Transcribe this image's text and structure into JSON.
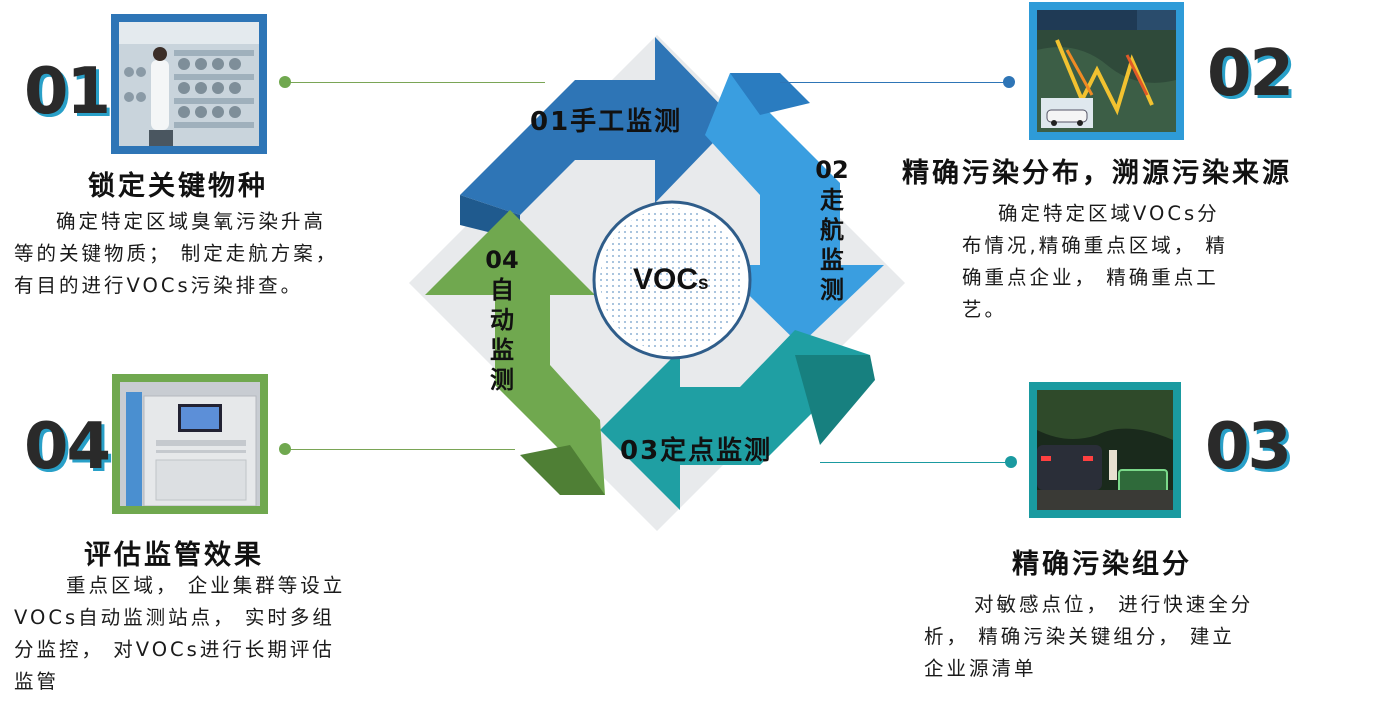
{
  "center": {
    "main": "VOC",
    "sub": "s"
  },
  "arrows": {
    "manual": "01手工监测",
    "navigation": "02走航监测",
    "fixed": "03定点监测",
    "automatic": "04自动监测"
  },
  "items": [
    {
      "number": "01",
      "title": "锁定关键物种",
      "desc_lines": [
        "确定特定区域臭氧污染升高",
        "等的关键物质； 制定走航方案，",
        "有目的进行VOCs污染排查。"
      ],
      "photo": "lab-technician-photo",
      "color": "#2e75b6"
    },
    {
      "number": "02",
      "title": "精确污染分布，溯源污染来源",
      "desc_lines": [
        "确定特定区域VOCs分",
        "布情况,精确重点区域， 精",
        "确重点企业， 精确重点工",
        "艺。"
      ],
      "photo": "navigation-map-photo",
      "color": "#2e9bd8"
    },
    {
      "number": "03",
      "title": "精确污染组分",
      "desc_lines": [
        "对敏感点位， 进行快速全分",
        "析， 精确污染关键组分， 建立",
        "企业源清单"
      ],
      "photo": "night-monitoring-photo",
      "color": "#1a9aa0"
    },
    {
      "number": "04",
      "title": "评估监管效果",
      "desc_lines": [
        "重点区域， 企业集群等设立",
        "VOCs自动监测站点， 实时多组",
        "分监控， 对VOCs进行长期评估",
        "监管"
      ],
      "photo": "monitoring-station-photo",
      "color": "#70a84f"
    }
  ],
  "colors": {
    "blue_dark": "#2e75b6",
    "blue_light": "#3a9ee0",
    "teal": "#1f9fa3",
    "green": "#70a84f",
    "shadow": "#29a0c8"
  }
}
